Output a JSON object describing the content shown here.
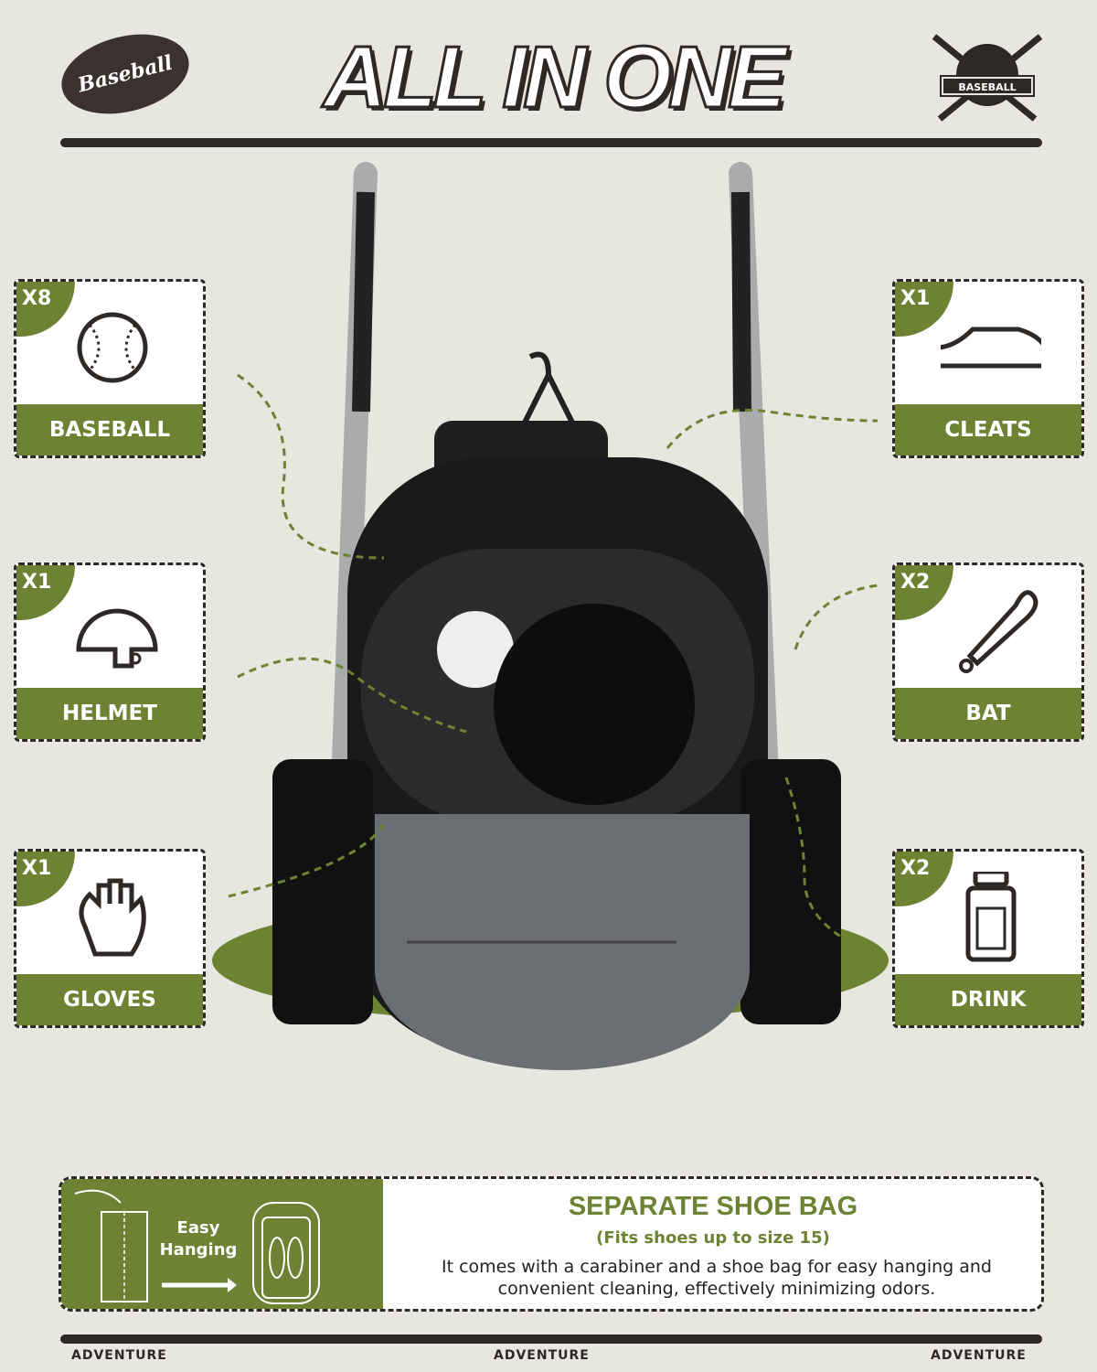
{
  "header": {
    "logo_text": "Baseball",
    "title": "ALL IN ONE",
    "emblem_text": "BASEBALL"
  },
  "items": [
    {
      "count": "X8",
      "label": "BASEBALL",
      "icon": "baseball-icon"
    },
    {
      "count": "X1",
      "label": "HELMET",
      "icon": "helmet-icon"
    },
    {
      "count": "X1",
      "label": "GLOVES",
      "icon": "glove-icon"
    },
    {
      "count": "X1",
      "label": "CLEATS",
      "icon": "cleats-icon"
    },
    {
      "count": "X2",
      "label": "BAT",
      "icon": "bat-icon"
    },
    {
      "count": "X2",
      "label": "DRINK",
      "icon": "drink-icon"
    }
  ],
  "shoe_bag": {
    "easy": "Easy",
    "hanging": "Hanging",
    "title": "SEPARATE SHOE BAG",
    "subtitle": "(Fits shoes up to size 15)",
    "description": "It comes with a carabiner and a shoe bag for easy hanging and convenient cleaning, effectively minimizing odors."
  },
  "footer": [
    "ADVENTURE",
    "ADVENTURE",
    "ADVENTURE"
  ],
  "colors": {
    "accent": "#6e8234",
    "dark": "#2e2826",
    "background": "#e7e6df"
  }
}
